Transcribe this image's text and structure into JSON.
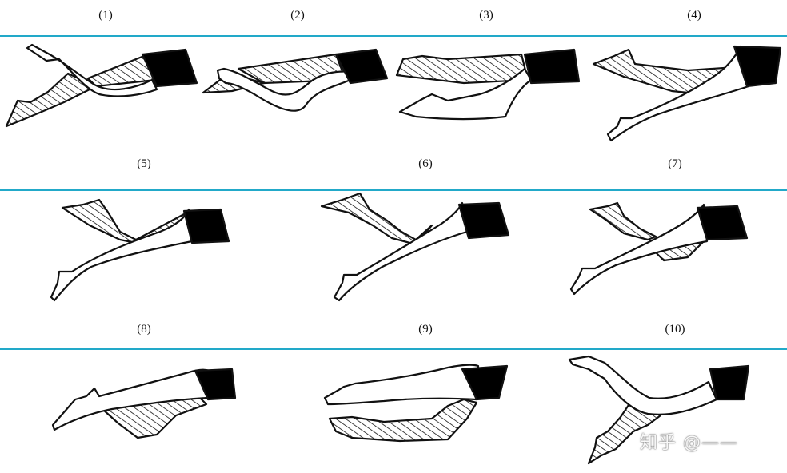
{
  "colors": {
    "divider": "#22a9c9",
    "ink": "#111111",
    "skin": "#ffffff",
    "trunks": "#000000"
  },
  "rows": [
    {
      "labels": [
        "(1)",
        "(2)",
        "(3)",
        "(4)"
      ]
    },
    {
      "labels": [
        "(5)",
        "(6)",
        "(7)"
      ]
    },
    {
      "labels": [
        "(8)",
        "(9)",
        "(10)"
      ]
    }
  ],
  "watermark": "知乎 @——"
}
